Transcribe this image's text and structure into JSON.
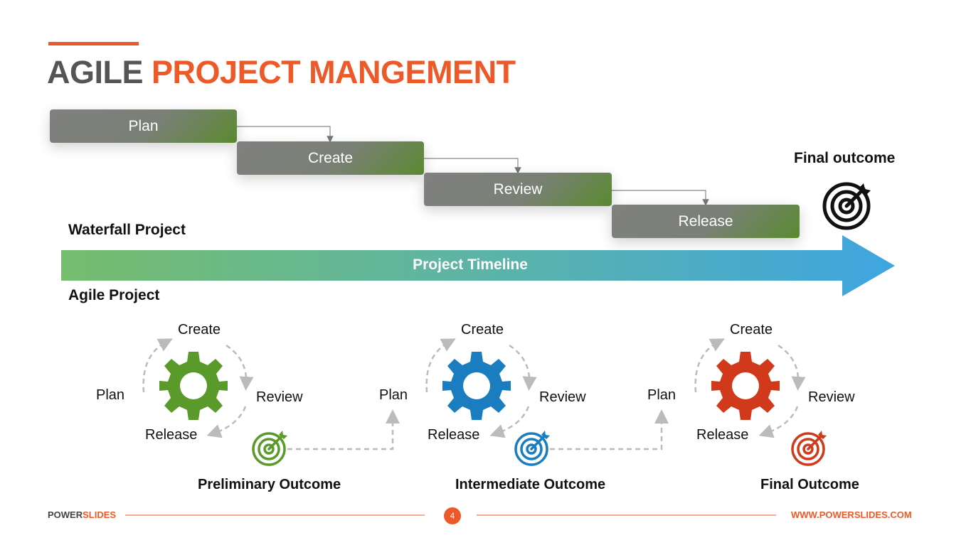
{
  "title": {
    "part1": "AGILE",
    "part2": "PROJECT MANGEMENT"
  },
  "waterfall": {
    "label": "Waterfall Project",
    "steps": [
      "Plan",
      "Create",
      "Review",
      "Release"
    ],
    "final_outcome": "Final outcome"
  },
  "timeline": {
    "label": "Project Timeline"
  },
  "agile": {
    "label": "Agile Project",
    "cycles": [
      {
        "create": "Create",
        "plan": "Plan",
        "review": "Review",
        "release": "Release",
        "outcome": "Preliminary Outcome",
        "color": "#5a9a2a"
      },
      {
        "create": "Create",
        "plan": "Plan",
        "review": "Review",
        "release": "Release",
        "outcome": "Intermediate Outcome",
        "color": "#1a7dbf"
      },
      {
        "create": "Create",
        "plan": "Plan",
        "review": "Review",
        "release": "Release",
        "outcome": "Final Outcome",
        "color": "#d0391a"
      }
    ]
  },
  "footer": {
    "brand_part1": "POWER",
    "brand_part2": "SLIDES",
    "page": "4",
    "website": "WWW.POWERSLIDES.COM"
  },
  "colors": {
    "accent": "#ec5a2a",
    "green": "#5a9a2a",
    "blue": "#1a7dbf",
    "red": "#d0391a"
  },
  "icons": [
    "gear-icon",
    "target-icon"
  ]
}
